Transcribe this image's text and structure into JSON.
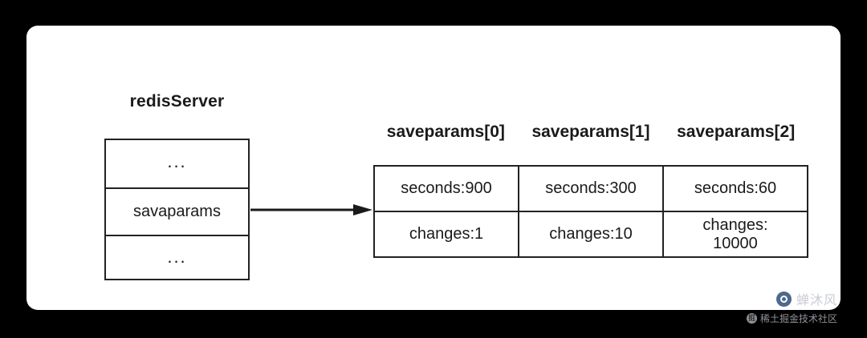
{
  "diagram": {
    "title": "redisServer",
    "struct_rows": [
      {
        "label": "...",
        "type": "dots"
      },
      {
        "label": "savaparams",
        "type": "field"
      },
      {
        "label": "...",
        "type": "dots"
      }
    ],
    "arrow": "arrow-right-icon",
    "param_headers": [
      "saveparams[0]",
      "saveparams[1]",
      "saveparams[2]"
    ],
    "param_rows": [
      [
        "seconds:900",
        "seconds:300",
        "seconds:60"
      ],
      [
        "changes:1",
        "changes:10",
        "changes:\n10000"
      ]
    ]
  },
  "watermark": {
    "name": "蝉沐风",
    "badge": "掘",
    "sub": "稀土掘金技术社区"
  },
  "colors": {
    "background": "#000000",
    "canvas": "#ffffff",
    "stroke": "#222222",
    "text": "#1a1a1a",
    "watermark_text": "#c9ccd2"
  }
}
